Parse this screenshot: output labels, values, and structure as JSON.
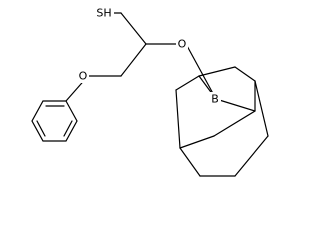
{
  "molecule": {
    "atoms": [
      {
        "id": "thiol",
        "label": "SH"
      },
      {
        "id": "ether-oxygen-boron",
        "label": "O"
      },
      {
        "id": "ether-oxygen-phenyl",
        "label": "O"
      },
      {
        "id": "boron",
        "label": "B"
      }
    ],
    "bond_color": "#000000",
    "background": "#ffffff"
  }
}
